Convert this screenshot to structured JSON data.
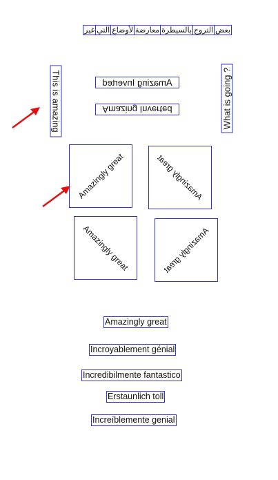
{
  "arabic_words": [
    "بعض",
    "التروج",
    "بالسيطرة",
    "معارضة",
    "لأوضاع",
    "التي",
    "غير"
  ],
  "vertical_left": "This is amazing",
  "vertical_right": "What is going ?",
  "mirrored_1": "Amazing Inverted",
  "mirrored_2": "Amazing Inverted",
  "rotated": [
    "Amazingly great",
    "Amazingly great",
    "Amazingly great",
    "Amazingly great"
  ],
  "list": [
    "Amazingly great",
    "Incroyablement génial",
    "Incredibilmente fantastico",
    "Erstaunlich toll",
    "Increíblemente genial"
  ],
  "colors": {
    "box": "#3333cc",
    "arrow": "#e01010"
  }
}
